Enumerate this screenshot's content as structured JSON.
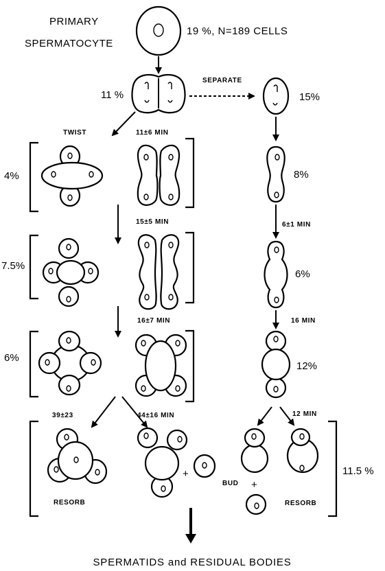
{
  "title_primary": "PRIMARY",
  "title_spermatocyte": "SPERMATOCYTE",
  "top_count": "19 %, N=189 CELLS",
  "pct_11": "11 %",
  "separate": "SEPARATE",
  "pct_15": "15%",
  "twist": "TWIST",
  "time_1": "11±6 MIN",
  "pct_4": "4%",
  "pct_8": "8%",
  "time_2": "15±5 MIN",
  "time_right_1": "6±1 MIN",
  "pct_75": "7.5%",
  "pct_6_right": "6%",
  "time_3": "16±7 MIN",
  "time_right_2": "16 MIN",
  "pct_6_left": "6%",
  "pct_12": "12%",
  "time_4a": "39±23",
  "time_4b": "44±16 MIN",
  "time_right_3": "12 MIN",
  "resorb_left": "RESORB",
  "plus": "+",
  "bud": "BUD",
  "resorb_right": "RESORB",
  "pct_115": "11.5 %",
  "bottom": "SPERMATIDS and RESIDUAL BODIES"
}
